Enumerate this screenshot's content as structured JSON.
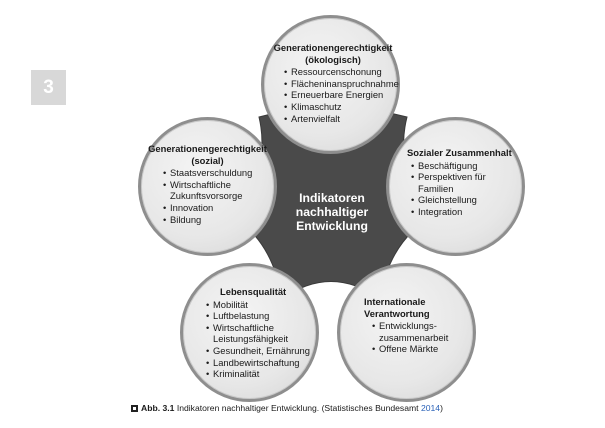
{
  "chapter_badge": "3",
  "center": {
    "lines": [
      "Indikatoren",
      "nachhaltiger",
      "Entwicklung"
    ]
  },
  "nodes": [
    {
      "title": [
        "Generationengerechtigkeit",
        "(ökologisch)"
      ],
      "items": [
        [
          "Ressourcenschonung"
        ],
        [
          "Flächeninanspruchnahme"
        ],
        [
          "Erneuerbare Energien"
        ],
        [
          "Klimaschutz"
        ],
        [
          "Artenvielfalt"
        ]
      ]
    },
    {
      "title": [
        "Sozialer Zusammenhalt"
      ],
      "items": [
        [
          "Beschäftigung"
        ],
        [
          "Perspektiven für Familien"
        ],
        [
          "Gleichstellung"
        ],
        [
          "Integration"
        ]
      ]
    },
    {
      "title": [
        "Internationale",
        "Verantwortung"
      ],
      "items": [
        [
          "Entwicklungs-",
          "zusammenarbeit"
        ],
        [
          "Offene Märkte"
        ]
      ]
    },
    {
      "title": [
        "Lebensqualität"
      ],
      "items": [
        [
          "Mobilität"
        ],
        [
          "Luftbelastung"
        ],
        [
          "Wirtschaftliche",
          "Leistungsfähigkeit"
        ],
        [
          "Gesundheit, Ernährung"
        ],
        [
          "Landbewirtschaftung"
        ],
        [
          "Kriminalität"
        ]
      ]
    },
    {
      "title": [
        "Generationengerechtigkeit",
        "(sozial)"
      ],
      "items": [
        [
          "Staatsverschuldung"
        ],
        [
          "Wirtschaftliche",
          "Zukunftsvorsorge"
        ],
        [
          "Innovation"
        ],
        [
          "Bildung"
        ]
      ]
    }
  ],
  "caption": {
    "label": "Abb. 3.1",
    "text": "Indikatoren nachhaltiger Entwicklung. (Statistisches Bundesamt ",
    "year": "2014",
    "suffix": ")"
  },
  "colors": {
    "pentagon_fill": "#4a4a4a",
    "circle_fill": "#e8e8e8",
    "circle_border": "#8e8e8e",
    "caption_link": "#2a62b8"
  }
}
